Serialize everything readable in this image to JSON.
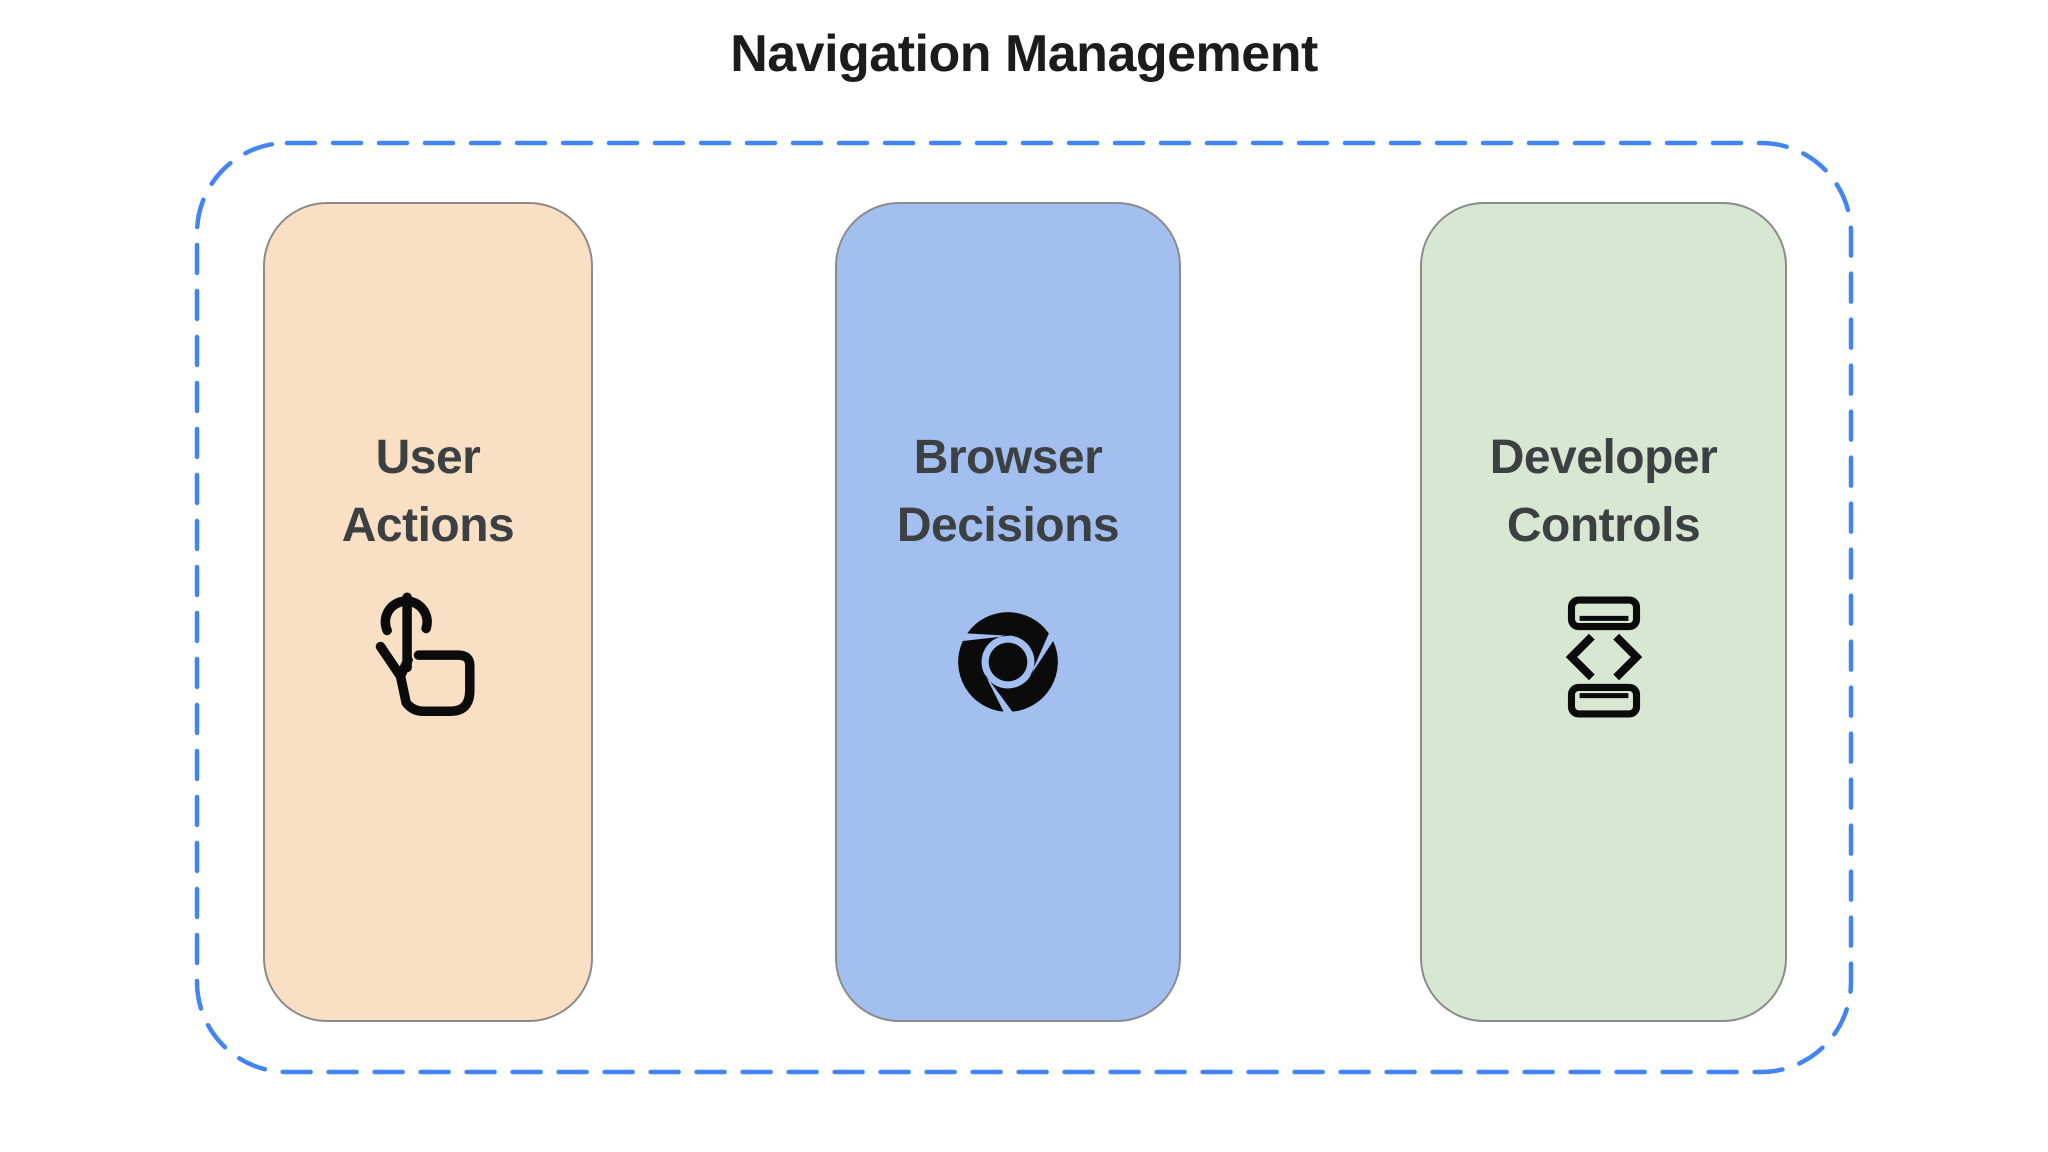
{
  "title": "Navigation Management",
  "colors": {
    "background": "#ffffff",
    "title": "#1c1c1c",
    "label_text": "#3c4043",
    "icon": "#0b0b0b",
    "dashed_border": "#4284f2",
    "card_border": "#8b8b8b"
  },
  "diagram": {
    "cards": [
      {
        "label": "User\nActions",
        "icon": "touch-gesture-icon",
        "bg": "#f9e0c5"
      },
      {
        "label": "Browser\nDecisions",
        "icon": "chrome-browser-icon",
        "bg": "#a3bff0"
      },
      {
        "label": "Developer\nControls",
        "icon": "developer-mode-icon",
        "bg": "#d7e7d1"
      }
    ]
  }
}
